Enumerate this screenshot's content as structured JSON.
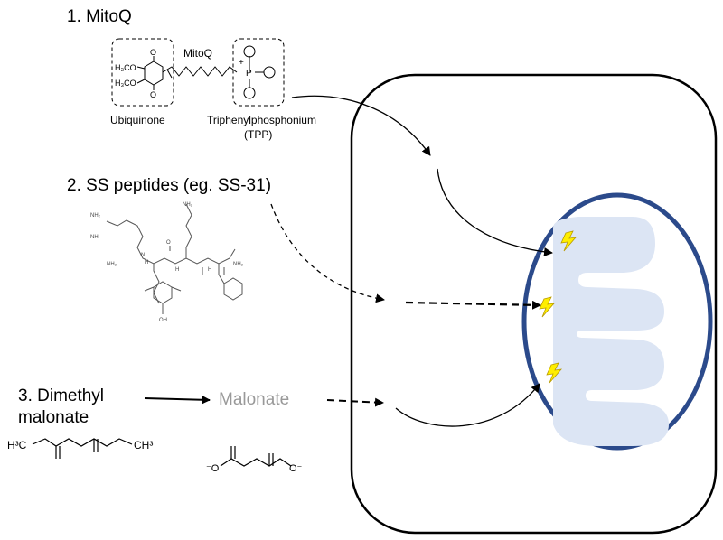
{
  "labels": {
    "mitoq_heading": "1. MitoQ",
    "mitoq_chain_label": "MitoQ",
    "ubiquinone": "Ubiquinone",
    "tpp_line1": "Triphenylphosphonium",
    "tpp_line2": "(TPP)",
    "ss_heading": "2. SS peptides (eg. SS-31)",
    "dm_line1": "3. Dimethyl",
    "dm_line2": "malonate",
    "malonate": "Malonate"
  },
  "chem_text": {
    "h3co_top": "H₃CO",
    "h3co_bottom": "H₃CO",
    "quinone_o": "O",
    "phosphorus": "P",
    "plus": "+",
    "nh2_a": "NH₂",
    "nh2_b": "NH₂",
    "nh2_c": "NH₂",
    "nh2_d": "NH₂",
    "nh_1": "NH",
    "nh_2": "N",
    "h_a": "H",
    "h_b": "H",
    "h_c": "H",
    "oh": "OH",
    "o": "O",
    "h3c": "H³C",
    "ch3": "CH³",
    "o_minus": "O⁻",
    "minus_o": "⁻O"
  },
  "colors": {
    "cell_outline": "#000000",
    "mito_outline": "#2b4a8b",
    "mito_fill": "#dce5f4",
    "malonate_text": "#999999",
    "bolt_fill": "#ffee00",
    "bolt_stroke": "#b89a00"
  },
  "icons": [
    "lightning-bolt-icon"
  ]
}
